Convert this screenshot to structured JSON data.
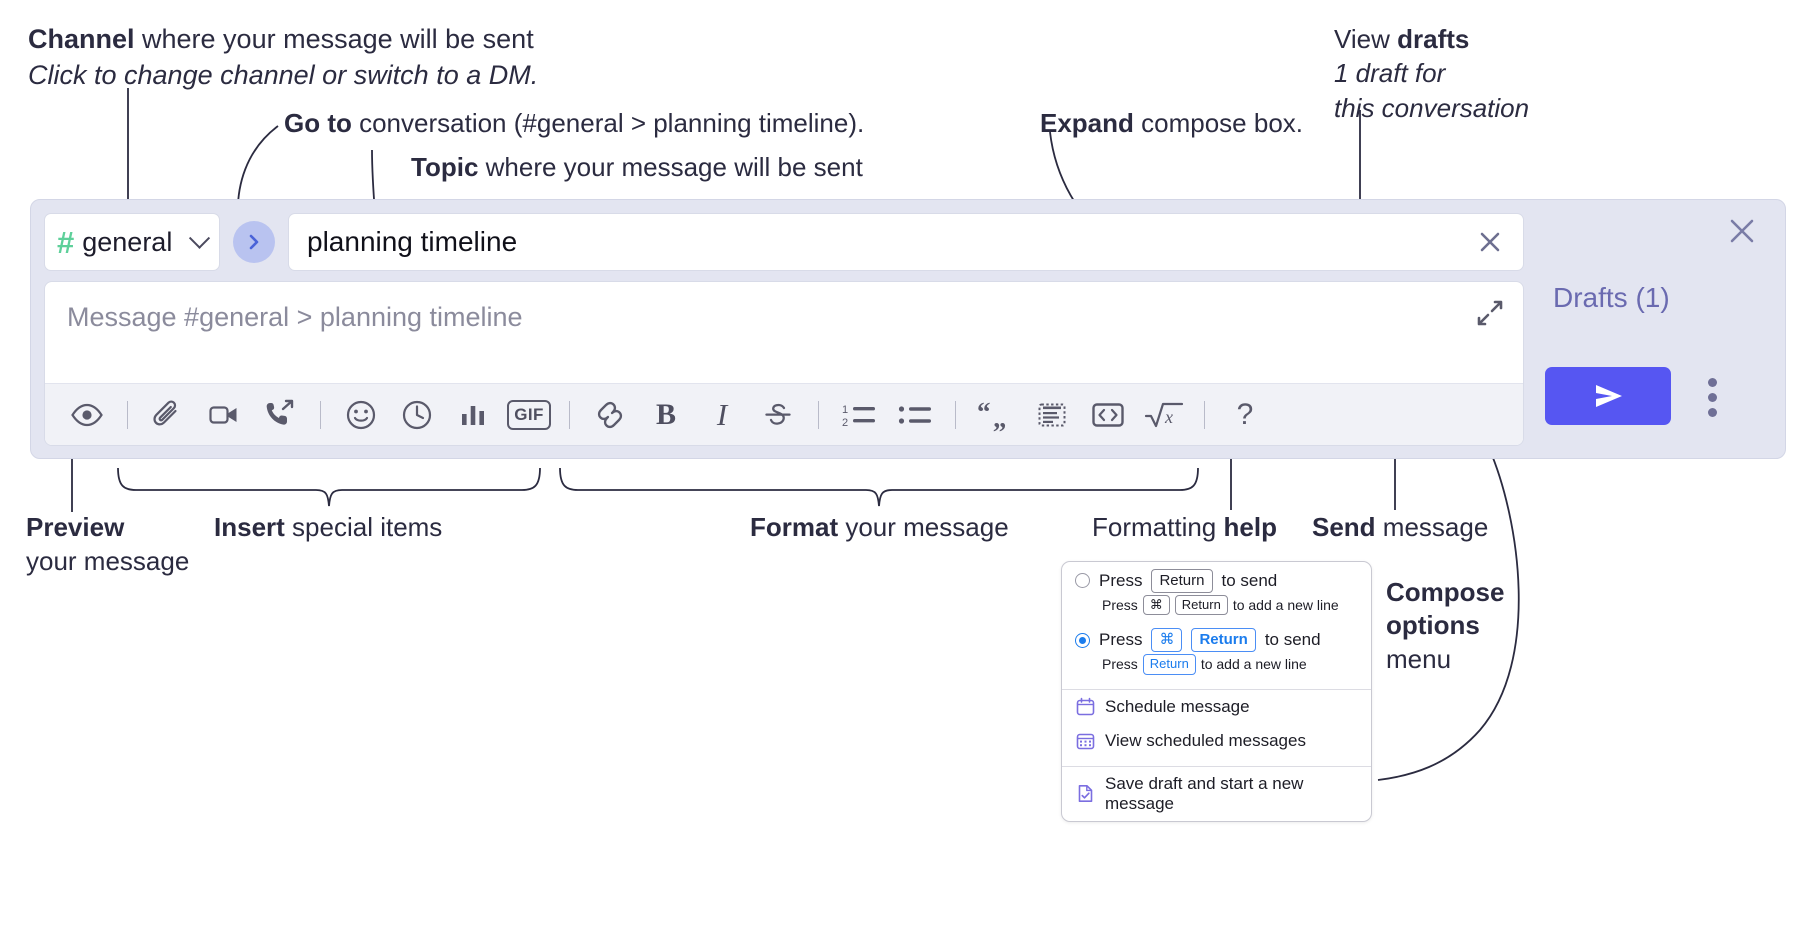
{
  "annotations": {
    "channel": {
      "bold": "Channel",
      "rest": " where your message will be sent",
      "italic": "Click to change channel or switch to a DM."
    },
    "goto": {
      "bold": "Go to",
      "rest": " conversation (#general > planning timeline)."
    },
    "topic": {
      "bold": "Topic",
      "rest": " where your message will be sent"
    },
    "expand": {
      "bold": "Expand",
      "rest": " compose box."
    },
    "drafts": {
      "pre": "View ",
      "bold": "drafts",
      "italic_1": "1 draft for",
      "italic_2": "this conversation"
    },
    "preview": {
      "bold": "Preview",
      "rest": "your message"
    },
    "insert": {
      "bold": "Insert",
      "rest": " special items"
    },
    "format": {
      "bold": "Format",
      "rest": " your message"
    },
    "help": {
      "pre": "Formatting ",
      "bold": "help"
    },
    "send": {
      "bold": "Send",
      "rest": " message"
    },
    "compose_options": {
      "bold_1": "Compose",
      "bold_2": "options",
      "rest": "menu"
    }
  },
  "compose": {
    "channel": {
      "hash": "#",
      "name": "general",
      "icon": "hash-icon",
      "caret_icon": "chevron-down-icon"
    },
    "goto_button": {
      "icon": "chevron-right-icon",
      "label": "Go to conversation"
    },
    "topic": {
      "value": "planning timeline",
      "clear_icon": "close-icon"
    },
    "message": {
      "placeholder": "Message #general > planning timeline",
      "value": ""
    },
    "expand": {
      "icon": "expand-diagonal-icon"
    },
    "close": {
      "icon": "close-icon"
    },
    "drafts_label": "Drafts (1)",
    "send": {
      "icon": "send-paper-plane-icon",
      "label": "Send"
    },
    "kebab": {
      "icon": "more-vertical-icon",
      "label": "Compose options"
    },
    "toolbar": [
      {
        "name": "preview-button",
        "icon": "eye-icon",
        "kind": "svg",
        "label": "Preview"
      },
      {
        "name": "sep-1",
        "icon": "separator",
        "kind": "sep",
        "label": ""
      },
      {
        "name": "attach-button",
        "icon": "paperclip-icon",
        "kind": "svg",
        "label": "Attach file"
      },
      {
        "name": "video-button",
        "icon": "video-camera-icon",
        "kind": "svg",
        "label": "Record video clip"
      },
      {
        "name": "huddle-button",
        "icon": "phone-forward-icon",
        "kind": "svg",
        "label": "Start a call"
      },
      {
        "name": "sep-2",
        "icon": "separator",
        "kind": "sep",
        "label": ""
      },
      {
        "name": "emoji-button",
        "icon": "smiley-face-icon",
        "kind": "svg",
        "label": "Emoji"
      },
      {
        "name": "reminder-button",
        "icon": "clock-icon",
        "kind": "svg",
        "label": "Reminder"
      },
      {
        "name": "poll-button",
        "icon": "bar-chart-icon",
        "kind": "svg",
        "label": "Poll"
      },
      {
        "name": "gif-button",
        "icon": "gif-icon",
        "kind": "gif",
        "label": "GIF"
      },
      {
        "name": "sep-3",
        "icon": "separator",
        "kind": "sep",
        "label": ""
      },
      {
        "name": "link-button",
        "icon": "link-chain-icon",
        "kind": "svg",
        "label": "Link"
      },
      {
        "name": "bold-button",
        "icon": "bold-icon",
        "kind": "text",
        "label": "B"
      },
      {
        "name": "italic-button",
        "icon": "italic-icon",
        "kind": "ital",
        "label": "I"
      },
      {
        "name": "strikethrough-button",
        "icon": "strikethrough-icon",
        "kind": "svg",
        "label": "Strikethrough"
      },
      {
        "name": "sep-4",
        "icon": "separator",
        "kind": "sep",
        "label": ""
      },
      {
        "name": "ordered-list-button",
        "icon": "numbered-list-icon",
        "kind": "svg",
        "label": "Ordered list"
      },
      {
        "name": "bulleted-list-button",
        "icon": "bulleted-list-icon",
        "kind": "svg",
        "label": "Bulleted list"
      },
      {
        "name": "sep-5",
        "icon": "separator",
        "kind": "sep",
        "label": ""
      },
      {
        "name": "blockquote-button",
        "icon": "quote-marks-icon",
        "kind": "svg",
        "label": "Blockquote"
      },
      {
        "name": "code-block-button",
        "icon": "code-block-icon",
        "kind": "svg",
        "label": "Code block"
      },
      {
        "name": "code-button",
        "icon": "angle-brackets-icon",
        "kind": "svg",
        "label": "Code"
      },
      {
        "name": "math-button",
        "icon": "square-root-x-icon",
        "kind": "svg",
        "label": "Math"
      },
      {
        "name": "sep-6",
        "icon": "separator",
        "kind": "sep",
        "label": ""
      },
      {
        "name": "formatting-help-button",
        "icon": "question-mark-icon",
        "kind": "help",
        "label": "?"
      }
    ]
  },
  "popup": {
    "options": [
      {
        "selected": false,
        "press": "Press",
        "keys": [
          "Return"
        ],
        "action": "to send",
        "sub_press": "Press",
        "sub_keys": [
          "⌘",
          "Return"
        ],
        "sub_action": "to add a new line"
      },
      {
        "selected": true,
        "press": "Press",
        "keys": [
          "⌘",
          "Return"
        ],
        "action": "to send",
        "sub_press": "Press",
        "sub_keys": [
          "Return"
        ],
        "sub_action": "to add a new line"
      }
    ],
    "items": [
      {
        "icon": "calendar-clock-icon",
        "label": "Schedule message"
      },
      {
        "icon": "calendar-grid-icon",
        "label": "View scheduled messages"
      },
      {
        "icon": "file-check-icon",
        "label": "Save draft and start a new message"
      }
    ]
  },
  "colors": {
    "panel_bg": "#e3e5f1",
    "send_blue": "#5656f2",
    "hash_green": "#5ed09a",
    "goto_circle": "#b9c3f0",
    "drafts_text": "#6a6ab0",
    "radio_blue": "#1b7ced",
    "menu_icon_purple": "#7b6ee0",
    "ink": "#2b2b40"
  }
}
